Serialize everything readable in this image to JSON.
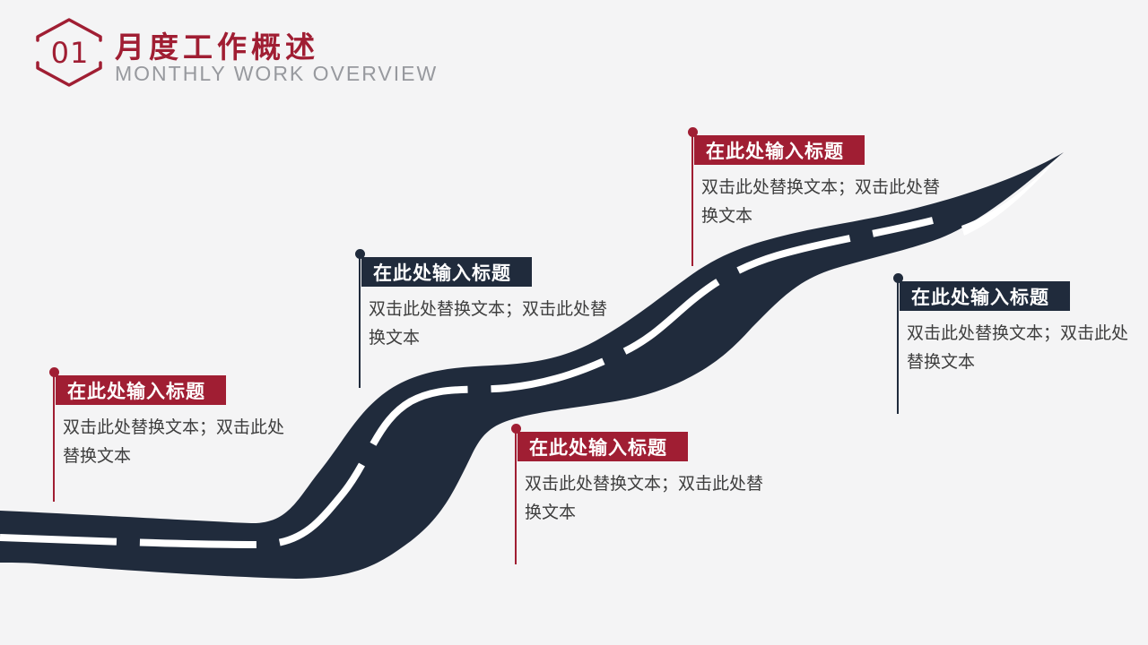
{
  "slide": {
    "badge_number": "01",
    "title": "月度工作概述",
    "subtitle": "MONTHLY WORK OVERVIEW"
  },
  "callouts": [
    {
      "title": "在此处输入标题",
      "variant": "red",
      "lines": [
        "双击此处替换文本；双击此处",
        "替换文本"
      ]
    },
    {
      "title": "在此处输入标题",
      "variant": "navy",
      "lines": [
        "双击此处替换文本；双击此处替",
        "换文本"
      ]
    },
    {
      "title": "在此处输入标题",
      "variant": "red",
      "lines": [
        "双击此处替换文本；双击此处替",
        "换文本"
      ]
    },
    {
      "title": "在此处输入标题",
      "variant": "red",
      "lines": [
        "双击此处替换文本；双击此处替",
        "换文本"
      ]
    },
    {
      "title": "在此处输入标题",
      "variant": "navy",
      "lines": [
        "双击此处替换文本；双击此处",
        "替换文本"
      ]
    }
  ],
  "colors": {
    "bg": "#f4f4f5",
    "accent_red": "#a01e33",
    "navy": "#202b3c",
    "road_line": "#ffffff",
    "body_text": "#3e3e3e",
    "subtitle_gray": "#97999e"
  }
}
